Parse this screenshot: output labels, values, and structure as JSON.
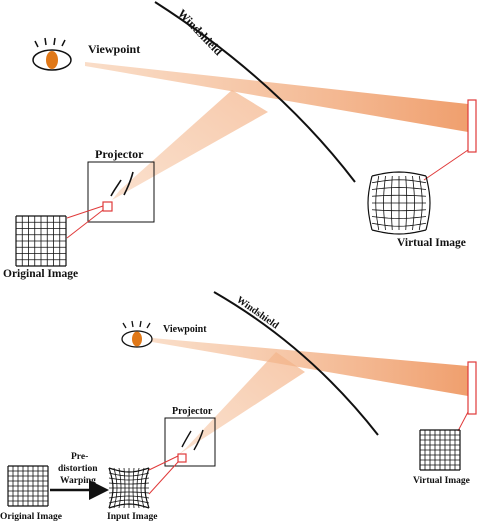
{
  "top": {
    "viewpoint": "Viewpoint",
    "windshield": "Windshield",
    "projector": "Projector",
    "original_image": "Original Image",
    "virtual_image": "Virtual Image"
  },
  "bottom": {
    "viewpoint": "Viewpoint",
    "windshield": "Windshield",
    "projector": "Projector",
    "original_image": "Original Image",
    "input_image": "Input Image",
    "virtual_image": "Virtual Image",
    "warp_line1": "Pre-",
    "warp_line2": "distortion",
    "warp_line3": "Warping"
  },
  "colors": {
    "beam": "#f0a070",
    "beam_light": "#f7c9a8",
    "pupil": "#e07818",
    "highlight": "#e03a3a",
    "ink": "#111111"
  }
}
